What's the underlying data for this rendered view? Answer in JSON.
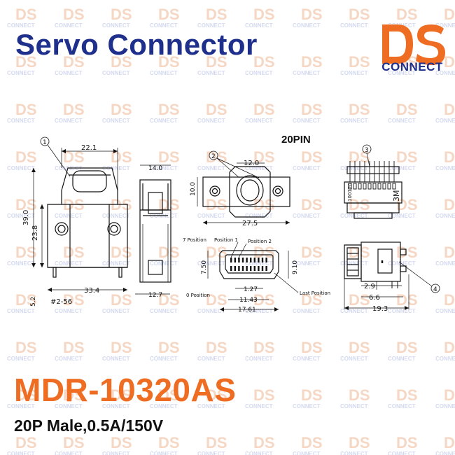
{
  "header": {
    "title": "Servo Connector"
  },
  "brand": {
    "logo_letters": "DS",
    "logo_word": "CONNECT",
    "colors": {
      "orange": "#ee6d22",
      "blue": "#1e2f8c"
    }
  },
  "watermark": {
    "letters": "DS",
    "word": "CONNECT"
  },
  "drawing": {
    "pin_label": "20PIN",
    "callouts": [
      "1",
      "2",
      "3",
      "4"
    ],
    "front": {
      "width": "22.1",
      "height": "39.0",
      "body": "23.8",
      "base": "33.4",
      "screw": "#2-56",
      "pin": "5.2"
    },
    "side": {
      "top": "14.0",
      "bottom": "12.7"
    },
    "top_view": {
      "width": "12.0",
      "height": "10.0",
      "total": "27.5"
    },
    "face": {
      "pos1": "Position 1",
      "pos2": "Position 2",
      "pos7": "7 Position",
      "pos0": "0 Position",
      "last": "Last Position",
      "height_l": "7.50",
      "height_r": "9.10",
      "pitch": "1.27",
      "span1": "11.43",
      "span2": "17.61"
    },
    "pcb": {
      "code": "100120",
      "brand": "3M",
      "d1": "2.9",
      "d2": "6.6",
      "d3": "19.3"
    }
  },
  "product": {
    "model": "MDR-10320AS",
    "spec": "20P Male,0.5A/150V"
  }
}
